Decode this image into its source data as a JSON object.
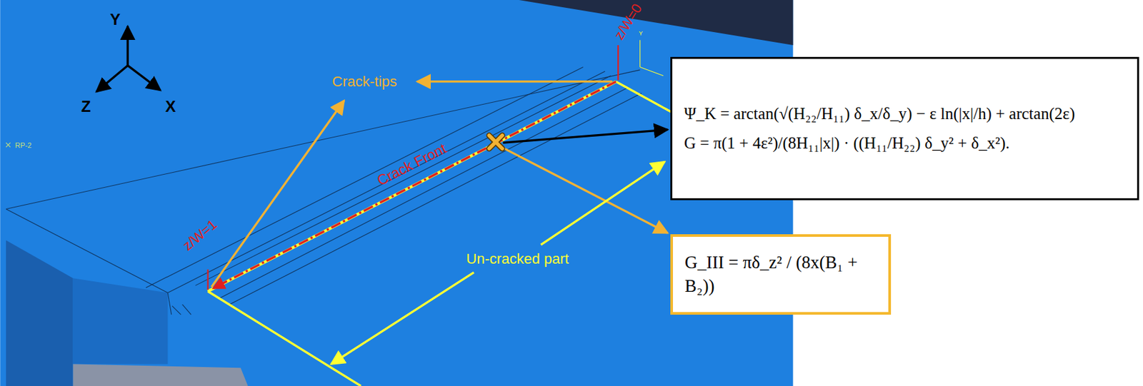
{
  "diagram": {
    "nodes": [
      {
        "text": [
          "Ψ_K = arctan(√(H₂₂/H₁₁) δ_x/δ_y) − ε ln(|x|/h) + arctan(2ε)",
          "G = π(1 + 4ε²)/(8H₁₁|x|) · ((H₁₁/H₂₂) δ_y² + δ_x²)."
        ]
      },
      {
        "text": [
          "G_III = πδ_z² / (8x(B₁ + B₂))"
        ]
      }
    ],
    "labels": [
      "Y",
      "Z",
      "X",
      "z/W=0",
      "z/W=1",
      "Crack-tips",
      "Crack Front",
      "Un-cracked part",
      "RP-2",
      "Y"
    ]
  }
}
